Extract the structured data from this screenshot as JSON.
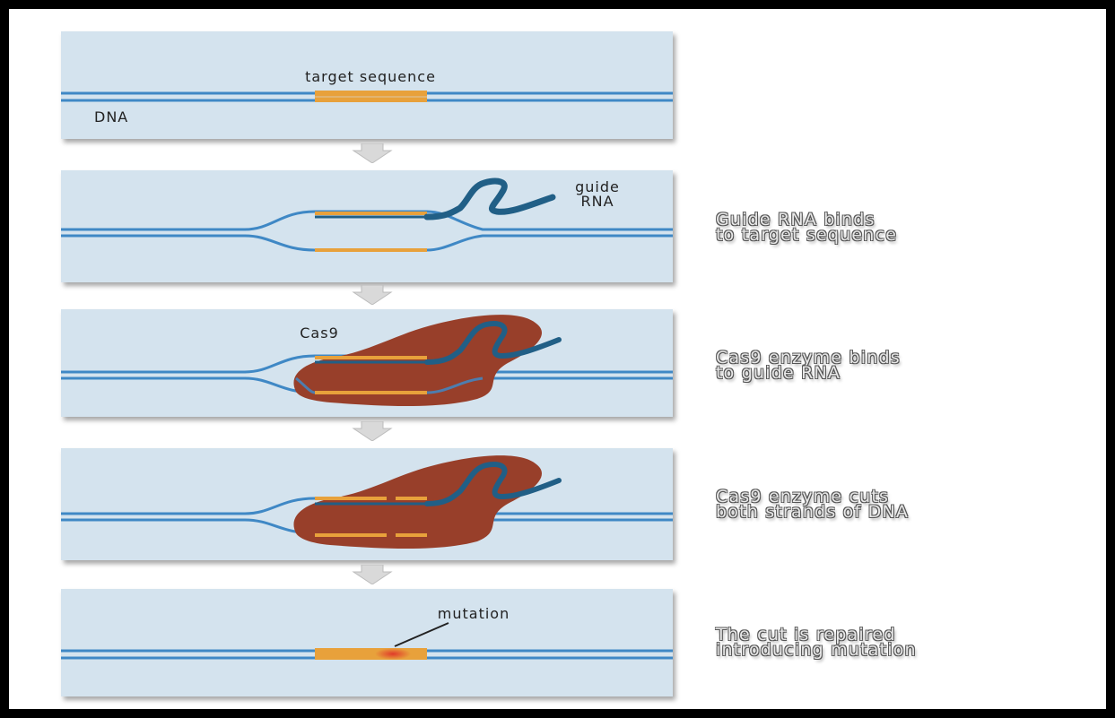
{
  "colors": {
    "dna": "#3f88c5",
    "target": "#e8a13b",
    "panel": "#d4e3ee",
    "cas9": "#983f2a",
    "guide_rna": "#215f86",
    "mutation": "#e03a2a"
  },
  "panel1": {
    "label_target": "target sequence",
    "label_dna": "DNA"
  },
  "panel2": {
    "label_guide_line1": "guide",
    "label_guide_line2": "RNA"
  },
  "panel3": {
    "label_cas9": "Cas9"
  },
  "panel5": {
    "label_mutation": "mutation"
  },
  "steps": [
    {
      "text": "Guide RNA binds\nto target sequence"
    },
    {
      "text": "Cas9 enzyme binds\nto guide RNA"
    },
    {
      "text": "Cas9 enzyme cuts\nboth strands of DNA"
    },
    {
      "text": "The cut is repaired\nintroducing mutation"
    }
  ]
}
